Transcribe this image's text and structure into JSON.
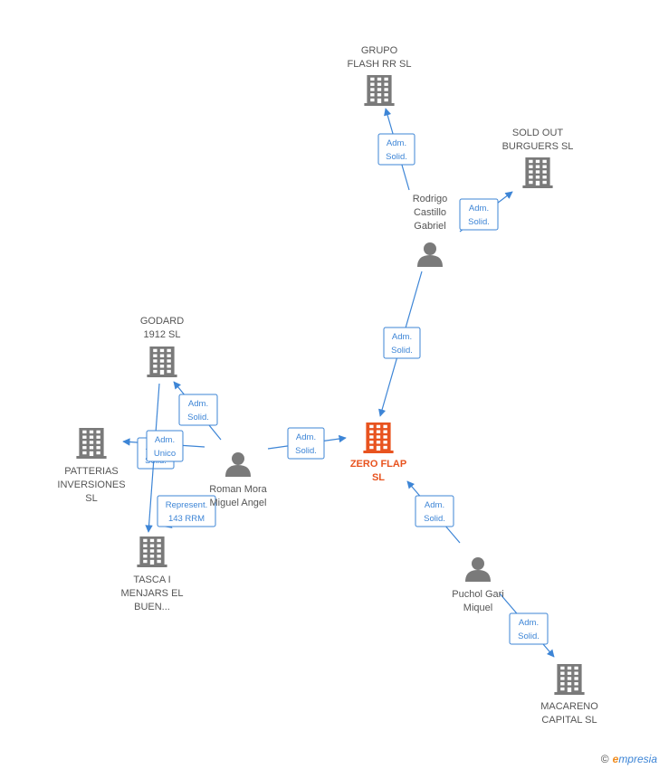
{
  "colors": {
    "company": "#7a7a7a",
    "main_company": "#e8531f",
    "person": "#7a7a7a",
    "edge": "#3d85d6"
  },
  "nodes": [
    {
      "id": "zero_flap",
      "type": "company",
      "main": true,
      "lines": [
        "ZERO FLAP",
        "SL"
      ]
    },
    {
      "id": "grupo_flash",
      "type": "company",
      "lines": [
        "GRUPO",
        "FLASH RR  SL"
      ]
    },
    {
      "id": "sold_out",
      "type": "company",
      "lines": [
        "SOLD OUT",
        "BURGUERS  SL"
      ]
    },
    {
      "id": "rodrigo",
      "type": "person",
      "lines": [
        "Rodrigo",
        "Castillo",
        "Gabriel"
      ]
    },
    {
      "id": "godard",
      "type": "company",
      "lines": [
        "GODARD",
        "1912  SL"
      ]
    },
    {
      "id": "patterias",
      "type": "company",
      "lines": [
        "PATTERIAS",
        "INVERSIONES",
        "SL"
      ]
    },
    {
      "id": "roman",
      "type": "person",
      "lines": [
        "Roman Mora",
        "Miguel Angel"
      ]
    },
    {
      "id": "tasca",
      "type": "company",
      "lines": [
        "TASCA I",
        "MENJARS EL",
        "BUEN..."
      ]
    },
    {
      "id": "puchol",
      "type": "person",
      "lines": [
        "Puchol Gari",
        "Miquel"
      ]
    },
    {
      "id": "macareno",
      "type": "company",
      "lines": [
        "MACARENO",
        "CAPITAL  SL"
      ]
    }
  ],
  "edges": [
    {
      "from": "rodrigo",
      "to": "grupo_flash",
      "label": [
        "Adm.",
        "Solid."
      ]
    },
    {
      "from": "rodrigo",
      "to": "sold_out",
      "label": [
        "Adm.",
        "Solid."
      ]
    },
    {
      "from": "rodrigo",
      "to": "zero_flap",
      "label": [
        "Adm.",
        "Solid."
      ]
    },
    {
      "from": "roman",
      "to": "zero_flap",
      "label": [
        "Adm.",
        "Solid."
      ]
    },
    {
      "from": "roman",
      "to": "godard",
      "label": [
        "Adm.",
        "Solid."
      ]
    },
    {
      "from": "roman",
      "to": "patterias",
      "label": [
        "Adm.",
        "Solid."
      ]
    },
    {
      "from": "roman",
      "to": "patterias",
      "label": [
        "Adm.",
        "Unico"
      ]
    },
    {
      "from": "roman",
      "to": "tasca",
      "label": [
        "Represent.",
        "143 RRM"
      ]
    },
    {
      "from": "puchol",
      "to": "zero_flap",
      "label": [
        "Adm.",
        "Solid."
      ]
    },
    {
      "from": "puchol",
      "to": "macareno",
      "label": [
        "Adm.",
        "Solid."
      ]
    }
  ],
  "footer": {
    "copyright": "©",
    "brand_first": "e",
    "brand_rest": "mpresia"
  }
}
